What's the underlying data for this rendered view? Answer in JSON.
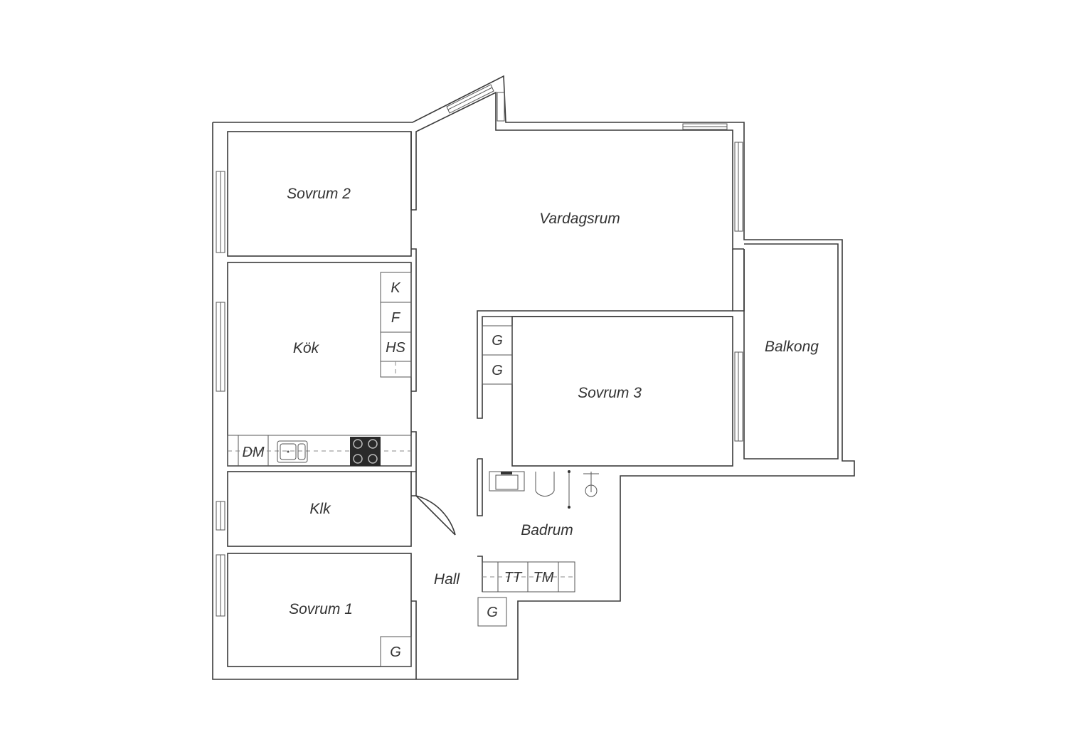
{
  "rooms": {
    "sovrum2": "Sovrum 2",
    "vardagsrum": "Vardagsrum",
    "kok": "Kök",
    "balkong": "Balkong",
    "sovrum3": "Sovrum 3",
    "klk": "Klk",
    "badrum": "Badrum",
    "hall": "Hall",
    "sovrum1": "Sovrum 1"
  },
  "fixtures": {
    "k": "K",
    "f": "F",
    "hs": "HS",
    "dm": "DM",
    "g_sovrum3_top": "G",
    "g_sovrum3_bottom": "G",
    "g_sovrum1": "G",
    "g_hall": "G",
    "tt": "TT",
    "tm": "TM"
  },
  "colors": {
    "line": "#3a3a3a",
    "stove": "#2a2a2a"
  }
}
